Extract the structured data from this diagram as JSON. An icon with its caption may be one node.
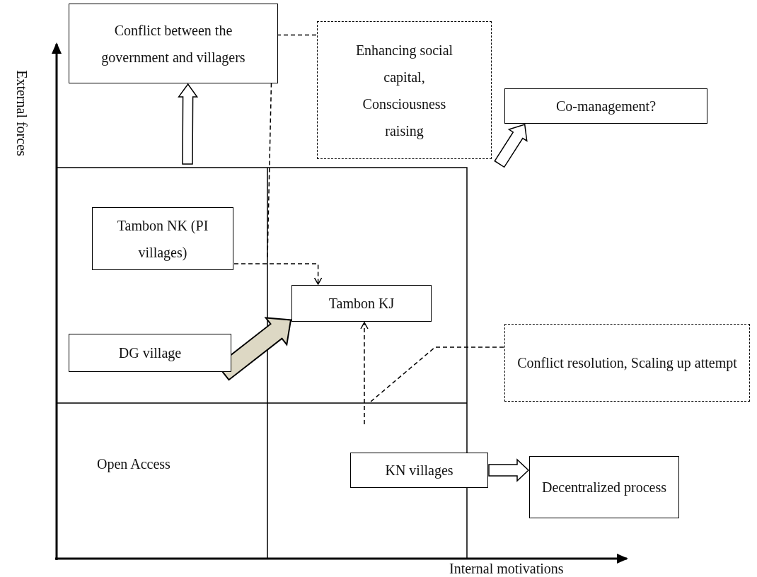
{
  "diagram": {
    "nodes": [
      {
        "text": [
          "Conflict between the government and villagers"
        ]
      },
      {
        "text": [
          "Enhancing social capital, Consciousness raising"
        ]
      },
      {
        "text": [
          "Co-management?"
        ]
      },
      {
        "text": [
          "Tambon NK (PI villages)"
        ]
      },
      {
        "text": [
          "Tambon KJ"
        ]
      },
      {
        "text": [
          "DG village"
        ]
      },
      {
        "text": [
          "Conflict resolution, Scaling up attempt"
        ]
      },
      {
        "text": [
          "KN villages"
        ]
      },
      {
        "text": [
          "Decentralized process"
        ]
      }
    ],
    "edges": [
      {
        "from": null,
        "to": 0,
        "arrow": "to"
      },
      {
        "from": null,
        "to": 2,
        "arrow": "to"
      },
      {
        "from": 3,
        "to": 4,
        "arrow": "to",
        "style": "dashed"
      },
      {
        "from": 1,
        "to": null,
        "arrow": "none",
        "style": "dashed"
      },
      {
        "from": 5,
        "to": 4,
        "arrow": "to",
        "style": "thick",
        "color": "#ddd8c4"
      },
      {
        "from": null,
        "to": 4,
        "arrow": "to",
        "style": "dashed"
      },
      {
        "from": 6,
        "to": null,
        "arrow": "none",
        "style": "dashed"
      },
      {
        "from": 7,
        "to": 8,
        "arrow": "to"
      }
    ],
    "labels": [
      "External forces",
      "Open Access",
      "Internal motivations"
    ]
  }
}
